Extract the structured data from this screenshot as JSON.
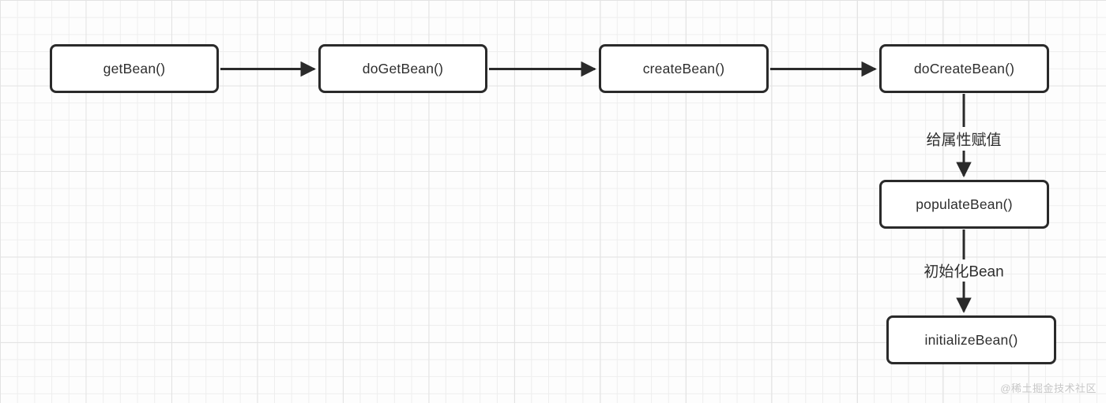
{
  "diagram": {
    "nodes": [
      {
        "id": "getBean",
        "label": "getBean()"
      },
      {
        "id": "doGetBean",
        "label": "doGetBean()"
      },
      {
        "id": "createBean",
        "label": "createBean()"
      },
      {
        "id": "doCreateBean",
        "label": "doCreateBean()"
      },
      {
        "id": "populateBean",
        "label": "populateBean()"
      },
      {
        "id": "initializeBean",
        "label": "initializeBean()"
      }
    ],
    "edges": [
      {
        "from": "getBean",
        "to": "doGetBean",
        "label": ""
      },
      {
        "from": "doGetBean",
        "to": "createBean",
        "label": ""
      },
      {
        "from": "createBean",
        "to": "doCreateBean",
        "label": ""
      },
      {
        "from": "doCreateBean",
        "to": "populateBean",
        "label": "给属性赋值"
      },
      {
        "from": "populateBean",
        "to": "initializeBean",
        "label": "初始化Bean"
      }
    ]
  },
  "watermark": "@稀土掘金技术社区",
  "colors": {
    "background": "#fdfdfd",
    "grid_minor": "#eeeeee",
    "grid_major": "#e3e3e3",
    "node_fill": "#ffffff",
    "node_border": "#2a2a2a",
    "text": "#2e2e2e",
    "arrow": "#2a2a2a",
    "watermark": "#c7c7c7"
  }
}
